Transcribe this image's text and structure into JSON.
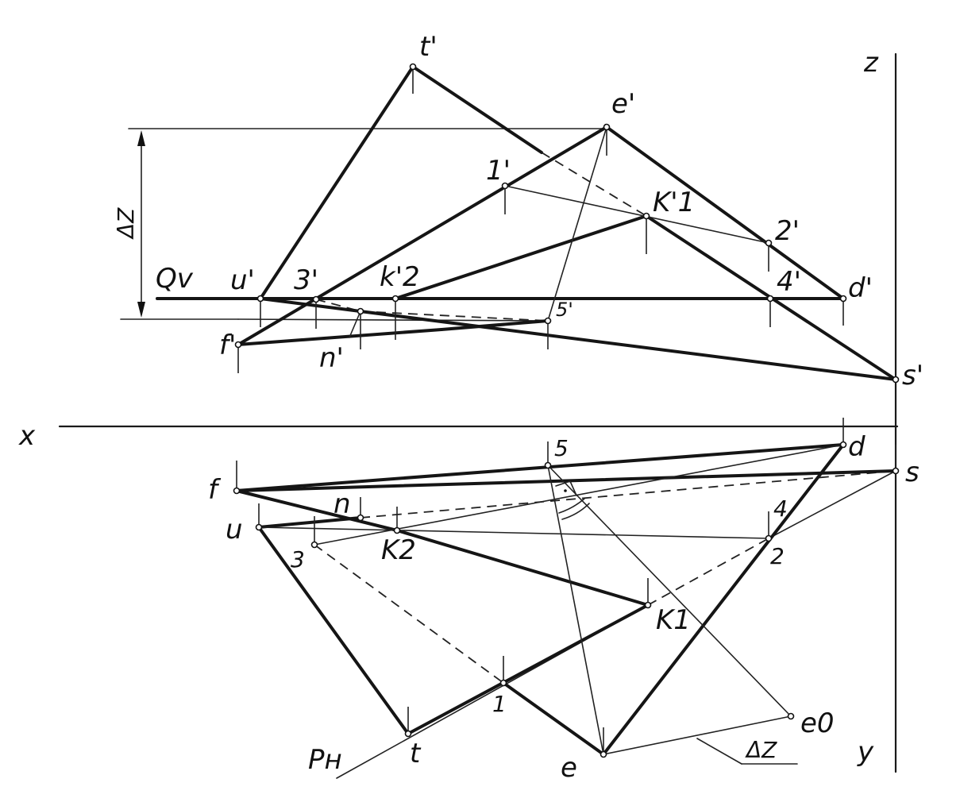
{
  "labels": {
    "z_axis": "z",
    "x_axis": "x",
    "y_axis": "y",
    "qv": "Qv",
    "ph": "Pн",
    "delta_z": "ΔZ",
    "delta_z_bottom": "ΔZ",
    "t1": "t'",
    "e1": "e'",
    "one1": "1'",
    "k1v": "K'1",
    "k2v": "k'2",
    "two1": "2'",
    "u1": "u'",
    "three1": "3'",
    "four1": "4'",
    "d1": "d'",
    "five1": "5'",
    "f1": "f'",
    "n1": "n'",
    "s1": "s'",
    "five": "5",
    "d": "d",
    "f": "f",
    "s": "s",
    "n": "n",
    "u": "u",
    "four": "4",
    "three": "3",
    "k2": "K2",
    "two": "2",
    "k1": "K1",
    "one": "1",
    "t": "t",
    "e": "e",
    "e0": "e0"
  }
}
